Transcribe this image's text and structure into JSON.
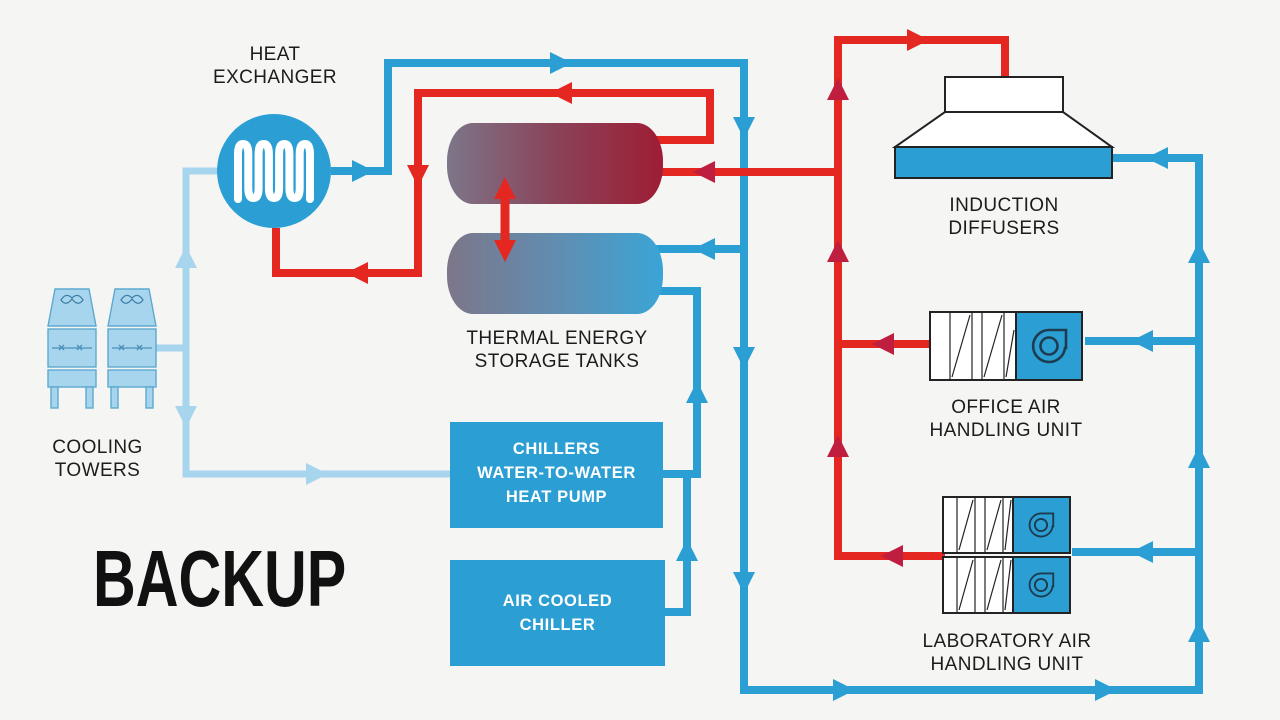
{
  "diagram_title": "Thermal energy storage HVAC system (backup mode)",
  "mode": "BACKUP",
  "colors": {
    "background": "#f5f5f4",
    "pipe_blue": "#2b9fd3",
    "pipe_light_blue": "#a8d5ee",
    "pipe_red": "#e42720",
    "arrow_crimson": "#bf1e3e",
    "equipment_blue": "#2b9fd3",
    "tank_gray": "#7d7689",
    "tank_hot_red": "#9e1d34",
    "tank_cold_blue": "#3aa5d6",
    "tower_fill": "#a8d5ee",
    "tower_stroke": "#5da9cf",
    "outline_black": "#232323",
    "label_text": "#1c1c1c",
    "box_label_text": "#ffffff"
  },
  "labels": {
    "heat_exchanger": [
      "HEAT",
      "EXCHANGER"
    ],
    "cooling_towers": [
      "COOLING",
      "TOWERS"
    ],
    "storage_tanks": [
      "THERMAL ENERGY",
      "STORAGE TANKS"
    ],
    "chillers": [
      "CHILLERS",
      "WATER-TO-WATER",
      "HEAT PUMP"
    ],
    "air_cooled_chiller": [
      "AIR COOLED",
      "CHILLER"
    ],
    "induction_diffusers": [
      "INDUCTION",
      "DIFFUSERS"
    ],
    "office_ahu": [
      "OFFICE AIR",
      "HANDLING UNIT"
    ],
    "lab_ahu": [
      "LABORATORY AIR",
      "HANDLING UNIT"
    ],
    "backup": "BACKUP"
  }
}
